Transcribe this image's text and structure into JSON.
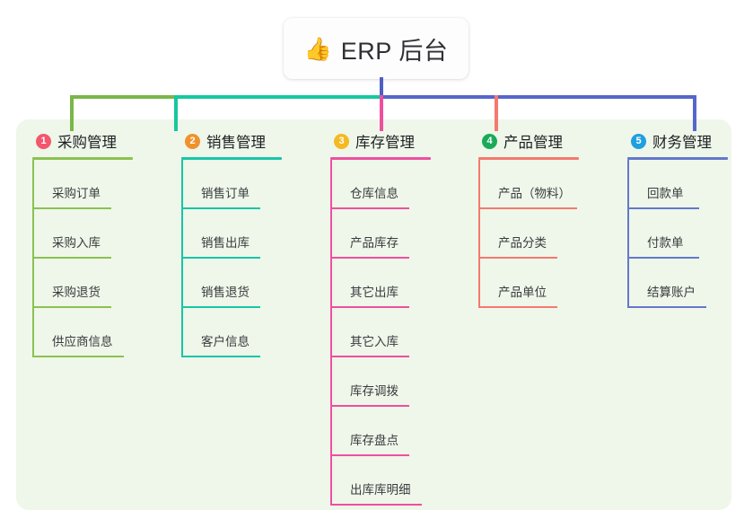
{
  "root": {
    "emoji": "👍",
    "emoji_name": "thumbs-up-emoji",
    "title": "ERP 后台"
  },
  "palette": {
    "panel_background": "#eef7e9",
    "canvas_background": "#ffffff",
    "root_trunk": "#4e5fc4",
    "bus_green": "#7ab648",
    "bus_teal": "#16c7a0",
    "bus_blue": "#5566cc"
  },
  "columns": [
    {
      "index": "1",
      "badge_color": "#f4566e",
      "line_color": "#8cc152",
      "title": "采购管理",
      "items": [
        "采购订单",
        "采购入库",
        "采购退货",
        "供应商信息"
      ]
    },
    {
      "index": "2",
      "badge_color": "#f0922b",
      "line_color": "#18c5a9",
      "title": "销售管理",
      "items": [
        "销售订单",
        "销售出库",
        "销售退货",
        "客户信息"
      ]
    },
    {
      "index": "3",
      "badge_color": "#f5b921",
      "line_color": "#ef4fa0",
      "title": "库存管理",
      "items": [
        "仓库信息",
        "产品库存",
        "其它出库",
        "其它入库",
        "库存调拨",
        "库存盘点",
        "出库库明细"
      ]
    },
    {
      "index": "4",
      "badge_color": "#1aab58",
      "line_color": "#f4796f",
      "title": "产品管理",
      "items": [
        "产品（物料）",
        "产品分类",
        "产品单位"
      ]
    },
    {
      "index": "5",
      "badge_color": "#1e9fe0",
      "line_color": "#6378cc",
      "title": "财务管理",
      "items": [
        "回款单",
        "付款单",
        "结算账户"
      ]
    }
  ]
}
